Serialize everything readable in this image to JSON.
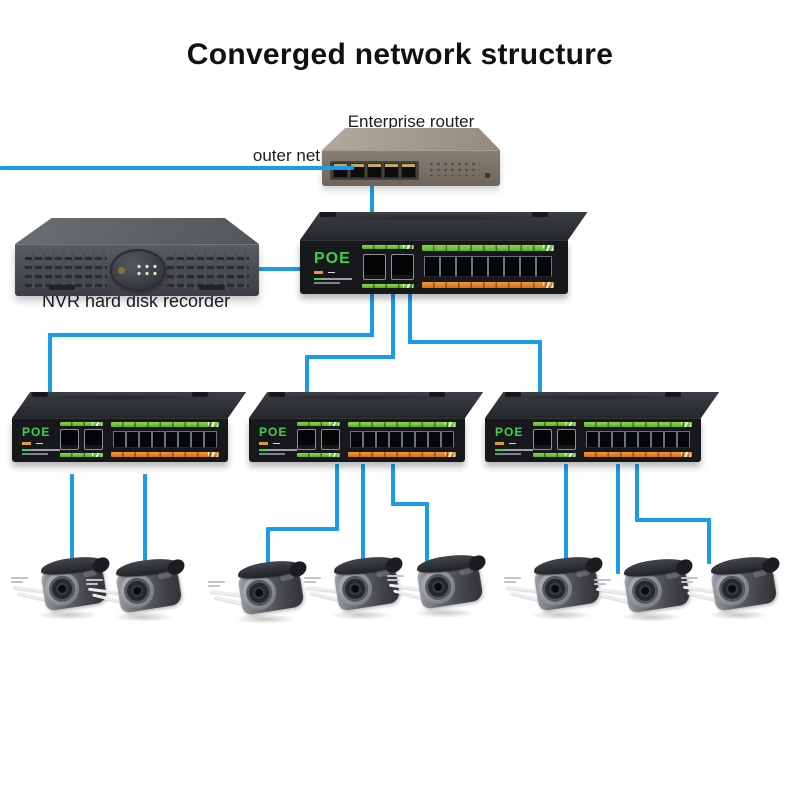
{
  "title": "Converged network structure",
  "annotations": {
    "router_label": "Enterprise router",
    "outer_net_label": "outer net",
    "nvr_label": "NVR hard disk recorder"
  },
  "devices": {
    "router": {
      "name": "Enterprise router",
      "ports_visible": 5
    },
    "nvr": {
      "name": "NVR hard disk recorder"
    },
    "switches": [
      {
        "role": "core",
        "brand": "POE",
        "uplink_ports": 2,
        "poe_ports": 8
      },
      {
        "role": "edge-1",
        "brand": "POE",
        "uplink_ports": 2,
        "poe_ports": 8
      },
      {
        "role": "edge-2",
        "brand": "POE",
        "uplink_ports": 2,
        "poe_ports": 8
      },
      {
        "role": "edge-3",
        "brand": "POE",
        "uplink_ports": 2,
        "poe_ports": 8
      }
    ],
    "cameras": {
      "count": 8,
      "type": "bullet IP camera"
    }
  },
  "topology": {
    "links": [
      {
        "from": "outer-net",
        "to": "enterprise-router"
      },
      {
        "from": "enterprise-router",
        "to": "core-switch"
      },
      {
        "from": "core-switch",
        "to": "nvr"
      },
      {
        "from": "core-switch",
        "to": "edge-switch-1"
      },
      {
        "from": "core-switch",
        "to": "edge-switch-2"
      },
      {
        "from": "core-switch",
        "to": "edge-switch-3"
      },
      {
        "from": "edge-switch-1",
        "to": "camera-1"
      },
      {
        "from": "edge-switch-1",
        "to": "camera-2"
      },
      {
        "from": "edge-switch-2",
        "to": "camera-3"
      },
      {
        "from": "edge-switch-2",
        "to": "camera-4"
      },
      {
        "from": "edge-switch-2",
        "to": "camera-5"
      },
      {
        "from": "edge-switch-3",
        "to": "camera-6"
      },
      {
        "from": "edge-switch-3",
        "to": "camera-7"
      },
      {
        "from": "edge-switch-3",
        "to": "camera-8"
      }
    ]
  },
  "colors": {
    "cable": "#1b9ce8",
    "poe_logo": "#3fd14a",
    "strip_green": "#6fc23c",
    "strip_orange": "#e8821d"
  }
}
